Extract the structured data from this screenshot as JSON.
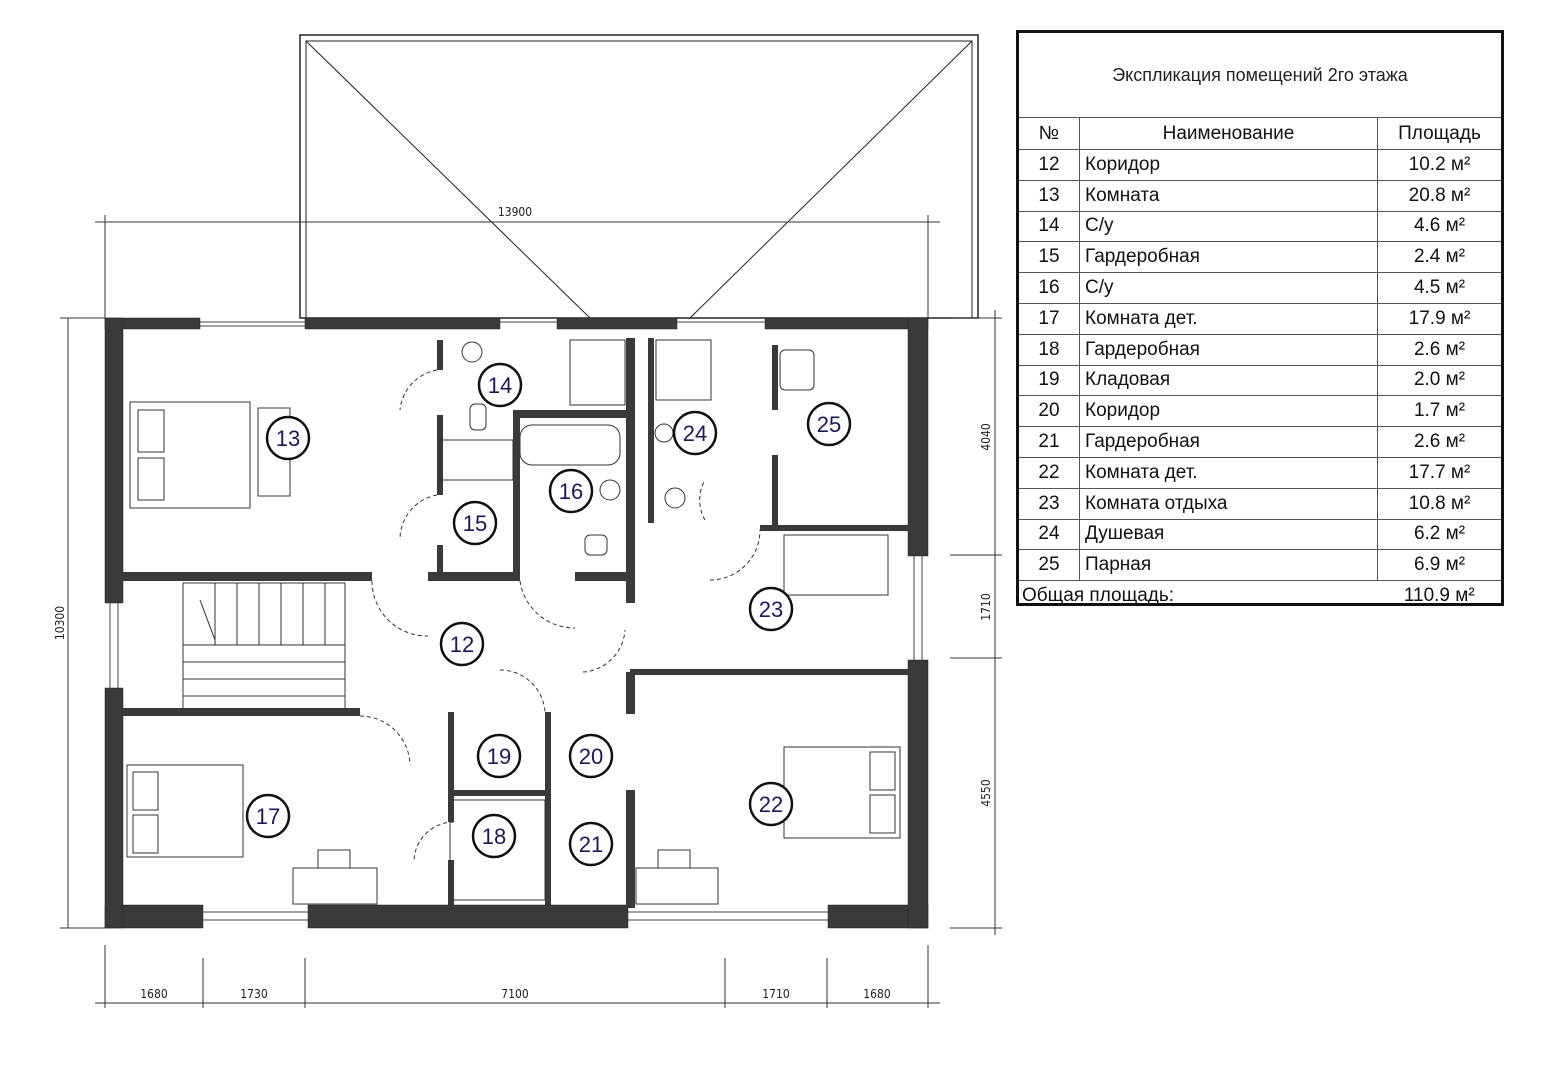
{
  "explication": {
    "title": "Экспликация помещений 2го этажа",
    "headers": {
      "no": "№",
      "name": "Наименование",
      "area": "Площадь"
    },
    "rows": [
      {
        "no": "12",
        "name": "Коридор",
        "area": "10.2 м²"
      },
      {
        "no": "13",
        "name": "Комната",
        "area": "20.8 м²"
      },
      {
        "no": "14",
        "name": "С/у",
        "area": "4.6 м²"
      },
      {
        "no": "15",
        "name": "Гардеробная",
        "area": "2.4 м²"
      },
      {
        "no": "16",
        "name": "С/у",
        "area": "4.5 м²"
      },
      {
        "no": "17",
        "name": "Комната дет.",
        "area": "17.9 м²"
      },
      {
        "no": "18",
        "name": "Гардеробная",
        "area": "2.6 м²"
      },
      {
        "no": "19",
        "name": "Кладовая",
        "area": "2.0 м²"
      },
      {
        "no": "20",
        "name": "Коридор",
        "area": "1.7 м²"
      },
      {
        "no": "21",
        "name": "Гардеробная",
        "area": "2.6 м²"
      },
      {
        "no": "22",
        "name": "Комната дет.",
        "area": "17.7 м²"
      },
      {
        "no": "23",
        "name": "Комната отдыха",
        "area": "10.8 м²"
      },
      {
        "no": "24",
        "name": "Душевая",
        "area": "6.2 м²"
      },
      {
        "no": "25",
        "name": "Парная",
        "area": "6.9 м²"
      }
    ],
    "total_label": "Общая площадь:",
    "total_value": "110.9 м²"
  },
  "dimensions": {
    "overall_width": "13900",
    "overall_depth": "10300",
    "right": [
      "4040",
      "1710",
      "4550"
    ],
    "bottom": [
      "1680",
      "1730",
      "7100",
      "1710",
      "1680"
    ]
  },
  "room_tags": [
    "13",
    "14",
    "24",
    "25",
    "16",
    "15",
    "12",
    "23",
    "19",
    "20",
    "17",
    "22",
    "18",
    "21"
  ]
}
